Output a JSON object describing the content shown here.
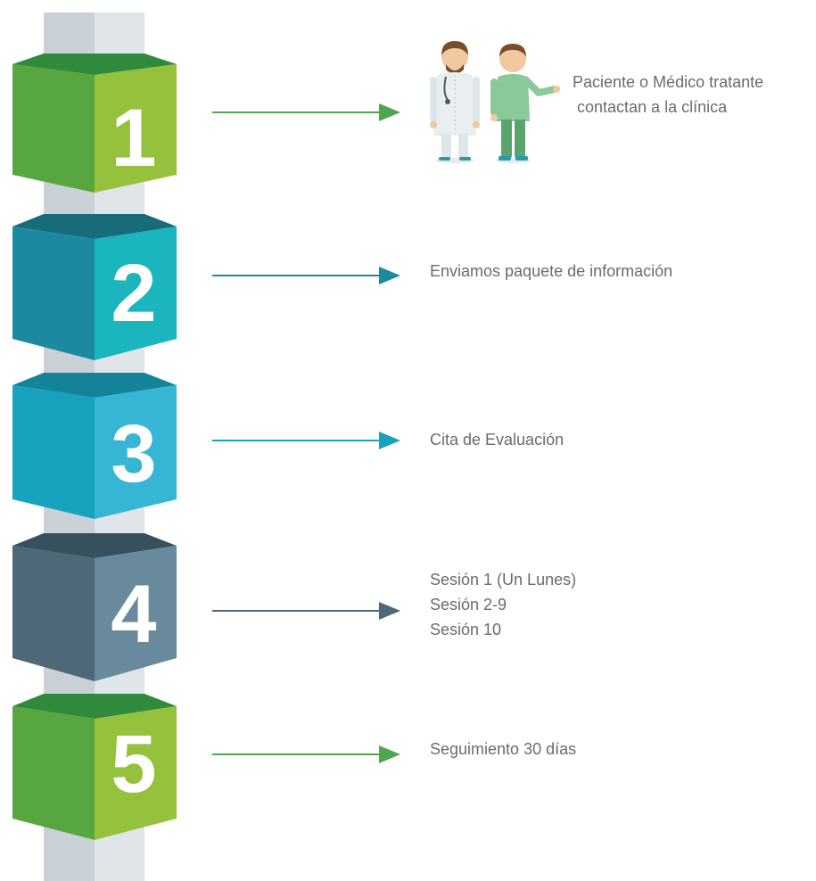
{
  "steps": [
    {
      "number": "1",
      "lines": [
        "Paciente o Médico tratante",
        " contactan a la clínica"
      ],
      "colors": {
        "left": "#58a63f",
        "right": "#95c13d",
        "dark": "#2f8a3c",
        "arrow": "#4ea64f"
      }
    },
    {
      "number": "2",
      "lines": [
        "Enviamos paquete de información"
      ],
      "colors": {
        "left": "#1b8aa0",
        "right": "#1ab5bd",
        "dark": "#176b7a",
        "arrow": "#1b8aa0"
      }
    },
    {
      "number": "3",
      "lines": [
        "Cita de Evaluación"
      ],
      "colors": {
        "left": "#17a2bd",
        "right": "#36b6d4",
        "dark": "#13849a",
        "arrow": "#17a2bd"
      }
    },
    {
      "number": "4",
      "lines": [
        "Sesión 1 (Un Lunes)",
        "Sesión 2-9",
        "Sesión 10"
      ],
      "colors": {
        "left": "#4e6878",
        "right": "#688a9c",
        "dark": "#37505e",
        "arrow": "#4e6878"
      }
    },
    {
      "number": "5",
      "lines": [
        "Seguimiento 30 días"
      ],
      "colors": {
        "left": "#58a63f",
        "right": "#95c13d",
        "dark": "#2f8a3c",
        "arrow": "#4ea64f"
      }
    }
  ],
  "illustration": {
    "icons": [
      "doctor-icon",
      "patient-icon"
    ]
  },
  "pillar_colors": {
    "left": "#c9d1d6",
    "right": "#dfe5e8"
  }
}
